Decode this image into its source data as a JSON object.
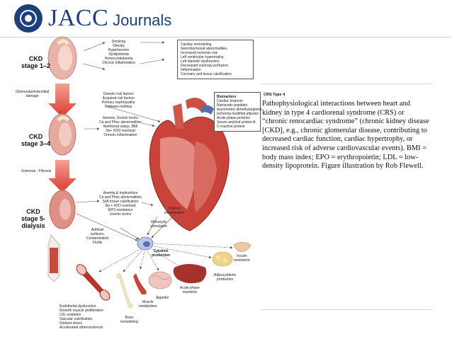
{
  "header": {
    "journal_name": "JACC",
    "journal_suffix": "Journals"
  },
  "caption": {
    "label": "CRS Type 4",
    "text": "Pathophysiological interactions between heart and kidney in type 4 cardiorenal syndrome (CRS) or “chronic renocardiac syndrome” (chronic kidney disease [CKD], e.g., chronic glomerular disease, contributing to decreased cardiac function, cardiac hypertrophy, or increased risk of adverse cardiovascular events). BMI = body mass index; EPO = erythropoietin; LDL = low-density lipoprotein. Figure illustration by Rob Flewell."
  },
  "diagram": {
    "stages": {
      "stage1_line1": "CKD",
      "stage1_line2": "stage 1–2",
      "stage2_line1": "CKD",
      "stage2_line2": "stage 3–4",
      "stage3_line1": "CKD",
      "stage3_line2": "stage 5-",
      "stage3_line3": "dialysis"
    },
    "glomerular_label": [
      "Glomerular/interstitial",
      "damage"
    ],
    "sclerosis_label": "Sclerosis - Fibrosis",
    "risk_factors": [
      "Smoking",
      "Obesity",
      "Hypertension",
      "Dyslipidemia",
      "Homocysteinemia",
      "Chronic inflammation"
    ],
    "genetic_factors": [
      "Genetic risk factors",
      "Acquired risk factors",
      "Primary nephropathy",
      "Diabetes mellitus"
    ],
    "anemia_factors": [
      "Anemia, Uremic toxins",
      "Ca and Phos abnormalities",
      "Nutritional status, BMI",
      "Na+ H2O overload",
      "Chronic inflammation"
    ],
    "cardiac_effects": [
      "Cardiac remodeling",
      "Neurohormonal abnormalities",
      "Increased ischemic risk",
      "Left ventricular hypertrophy",
      "Left diastolic dysfunction",
      "Decreased coronary perfusion",
      "Inflammation",
      "Coronary and tissue calcification"
    ],
    "biomarkers_title": "Biomarkers",
    "biomarkers": [
      "Cardiac troponin",
      "Natriuretic peptides",
      "Asymmetric dimethylarginine",
      "Ischemia modified albumin",
      "Acute phase proteins",
      "Serum amyloid protein A",
      "C-reactive protein"
    ],
    "dialysis_factors": [
      "Anemia & malnutrition",
      "Ca and Phos abnormalities",
      "Soft tissue calcification",
      "Na + H2O overload",
      "EPO resistance",
      "Uremic toxins"
    ],
    "chronic_inflammation": [
      "Chronic",
      "inflammation"
    ],
    "artificial_surfaces": [
      "Artificial",
      "surfaces,",
      "Contaminated",
      "Fluids"
    ],
    "monocyte_label": [
      "Monocyte",
      "stimulation"
    ],
    "cytokine_label": [
      "Cytokine",
      "production"
    ],
    "insulin_label": [
      "Insulin",
      "resistance"
    ],
    "adipocytokine_label": [
      "Adipocytokine",
      "production"
    ],
    "acute_phase_label": [
      "Acute phase",
      "reactants"
    ],
    "appetite_label": "Appetite",
    "muscle_label": [
      "Muscle",
      "metabolism"
    ],
    "bone_label": [
      "Bone",
      "remodeling"
    ],
    "vascular_effects": [
      "Endothelial dysfunction",
      "Smooth muscle proliferation",
      "LDL oxidation",
      "Vascular calcification",
      "Oxidant stress",
      "Accelerated atherosclerosis"
    ]
  },
  "colors": {
    "brand_blue": "#1d3f7a",
    "arrow_red": "#d93a2b",
    "kidney_pink": "#e8a8a0",
    "heart_red": "#c8433a"
  }
}
